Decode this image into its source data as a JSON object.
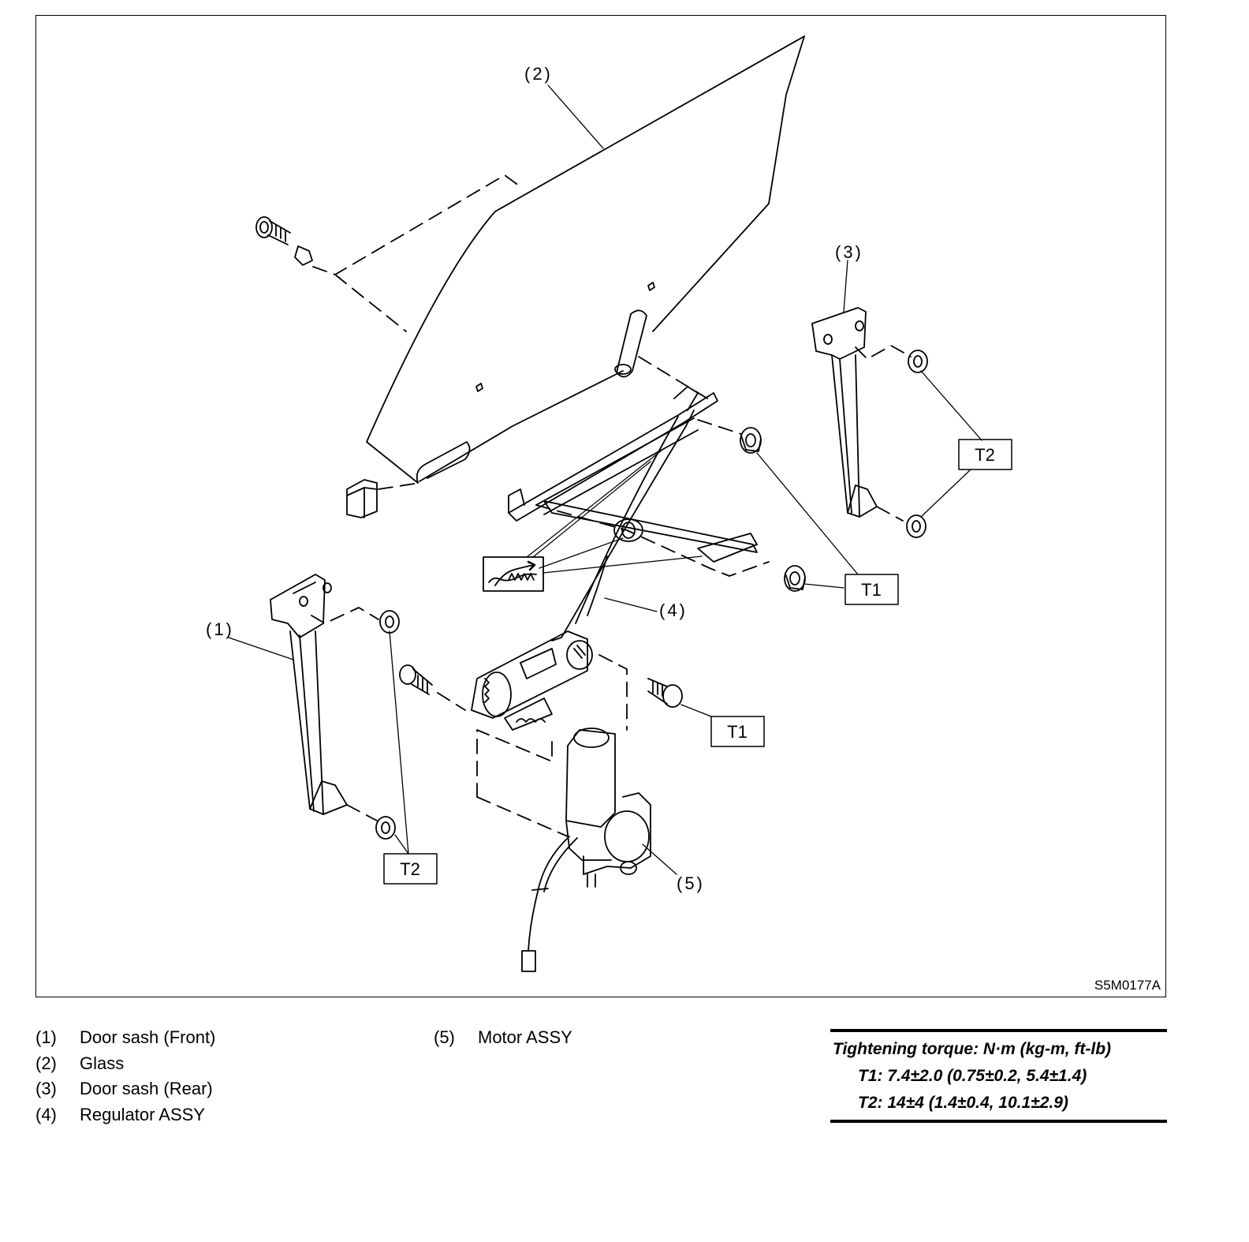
{
  "diagram": {
    "drawing_code": "S5M0177A",
    "callouts": {
      "c1": "(1)",
      "c2": "(2)",
      "c3": "(3)",
      "c4": "(4)",
      "c5": "(5)"
    },
    "torque_tags": {
      "t1_upper": "T1",
      "t1_lower": "T1",
      "t2_right": "T2",
      "t2_left": "T2"
    }
  },
  "legend": {
    "items": [
      {
        "num": "(1)",
        "label": "Door sash (Front)"
      },
      {
        "num": "(2)",
        "label": "Glass"
      },
      {
        "num": "(3)",
        "label": "Door sash (Rear)"
      },
      {
        "num": "(4)",
        "label": "Regulator ASSY"
      },
      {
        "num": "(5)",
        "label": "Motor ASSY"
      }
    ]
  },
  "torque": {
    "heading": "Tightening torque: N·m (kg-m, ft-lb)",
    "t1": "T1: 7.4±2.0 (0.75±0.2, 5.4±1.4)",
    "t2": "T2: 14±4 (1.4±0.4, 10.1±2.9)"
  }
}
